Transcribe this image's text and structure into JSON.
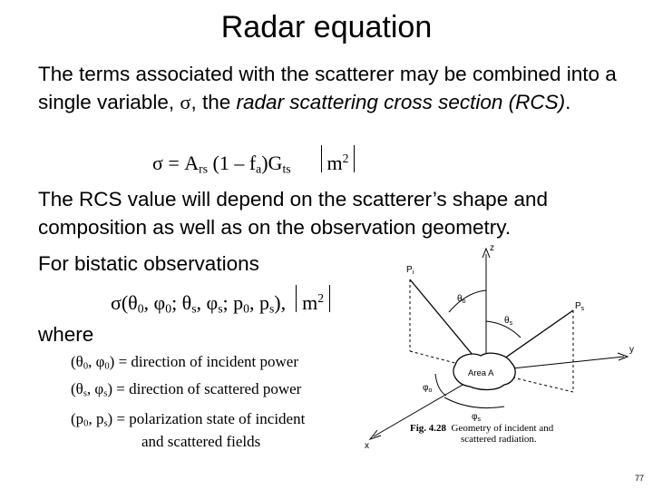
{
  "slide": {
    "title": "Radar equation",
    "para1_a": "The terms associated with the scatterer may be combined into a single variable, ",
    "para1_sigma": "σ",
    "para1_b": ", the ",
    "para1_italic": "radar scattering cross section (RCS)",
    "para1_c": ".",
    "para2": "The RCS value will depend on the scatterer’s shape and composition as well as on the observation geometry.",
    "para3": "For bistatic observations",
    "where": "where",
    "page_number": "77"
  },
  "equation1": {
    "lhs": "σ = A",
    "sub_rs": "rs",
    "mid": "(1 – f",
    "sub_a": "a",
    "mid2": ")G",
    "sub_ts": "ts",
    "unit": "m",
    "unit_exp": "2"
  },
  "equation2": {
    "text": "σ(θ",
    "sub_0a": "0",
    "t2": ", φ",
    "sub_0b": "0",
    "t3": "; θ",
    "sub_s1": "s",
    "t4": ", φ",
    "sub_s2": "s",
    "t5": "; p",
    "sub_0c": "0",
    "t6": ", p",
    "sub_s3": "s",
    "t7": "),",
    "unit": "m",
    "unit_exp": "2"
  },
  "definitions": [
    {
      "pre": "(θ",
      "s1": "0",
      "mid": ", φ",
      "s2": "0",
      "post": ") = direction of incident power"
    },
    {
      "pre": "(θ",
      "s1": "s",
      "mid": ", φ",
      "s2": "s",
      "post": ") = direction of scattered power"
    },
    {
      "pre": "(p",
      "s1": "0",
      "mid": ", p",
      "s2": "s",
      "post": ") = polarization state of incident"
    }
  ],
  "definition_cont": "and scattered fields",
  "figure": {
    "label_z": "z",
    "label_y": "y",
    "label_x": "x",
    "label_pi": "P",
    "label_pi_sub": "i",
    "label_ps": "P",
    "label_ps_sub": "s",
    "label_theta0": "θ",
    "label_theta0_sub": "o",
    "label_thetas": "θ",
    "label_thetas_sub": "s",
    "label_phi0": "φ",
    "label_phi0_sub": "o",
    "label_phis": "φ",
    "label_phis_sub": "s",
    "label_area": "Area A",
    "caption_bold": "Fig. 4.28",
    "caption_line1": "Geometry of incident and",
    "caption_line2": "scattered radiation."
  }
}
